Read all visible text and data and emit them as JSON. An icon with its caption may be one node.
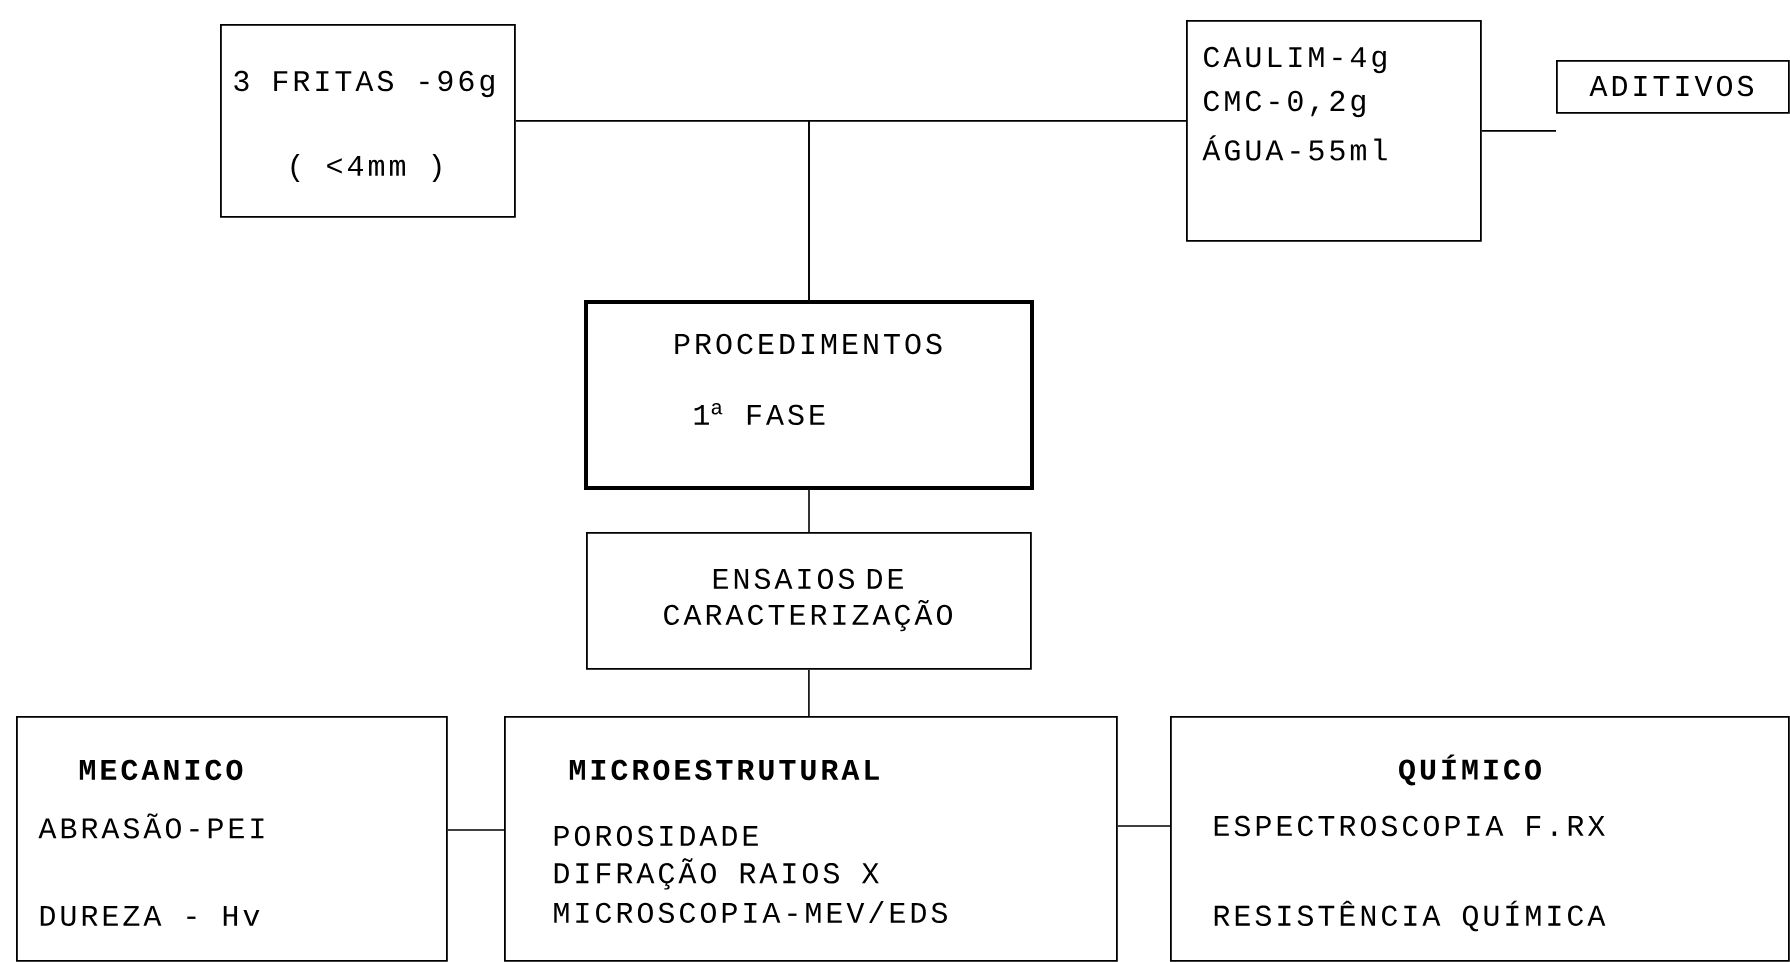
{
  "diagram": {
    "nodes": [
      {
        "text": [
          "3 FRITAS -96g",
          "( <4mm )"
        ]
      },
      {
        "text": [
          "CAULIM-4g",
          "CMC-0,2g",
          "ÁGUA-55ml"
        ]
      },
      {
        "text": [
          "ADITIVOS"
        ]
      },
      {
        "text": [
          "PROCEDIMENTOS",
          "1$^{a}$ FASE"
        ]
      },
      {
        "text": [
          "ENSAIOS DE CARACTERIZAÇÃO"
        ]
      },
      {
        "text": [
          "MECANICO",
          "ABRASÃO-PEI",
          "DUREZA - Hv"
        ]
      },
      {
        "text": [
          "MICROESTRUTURAL",
          "POROSIDADE",
          "DIFRAÇÃO RAIOS X",
          "MICROSCOPIA-MEV/EDS"
        ]
      },
      {
        "text": [
          "QUÍMICO",
          "ESPECTROSCOPIA F.RX",
          "RESISTÊNCIA QUÍMICA"
        ]
      }
    ],
    "edges": [
      {
        "from": 0,
        "to": 3,
        "arrow": "none"
      },
      {
        "from": 1,
        "to": 3,
        "arrow": "none"
      },
      {
        "from": 1,
        "to": 2,
        "arrow": "none"
      },
      {
        "from": 3,
        "to": 4,
        "arrow": "none"
      },
      {
        "from": 4,
        "to": 6,
        "arrow": "none"
      },
      {
        "from": 5,
        "to": 6,
        "arrow": "none"
      },
      {
        "from": 6,
        "to": 7,
        "arrow": "none"
      }
    ]
  }
}
